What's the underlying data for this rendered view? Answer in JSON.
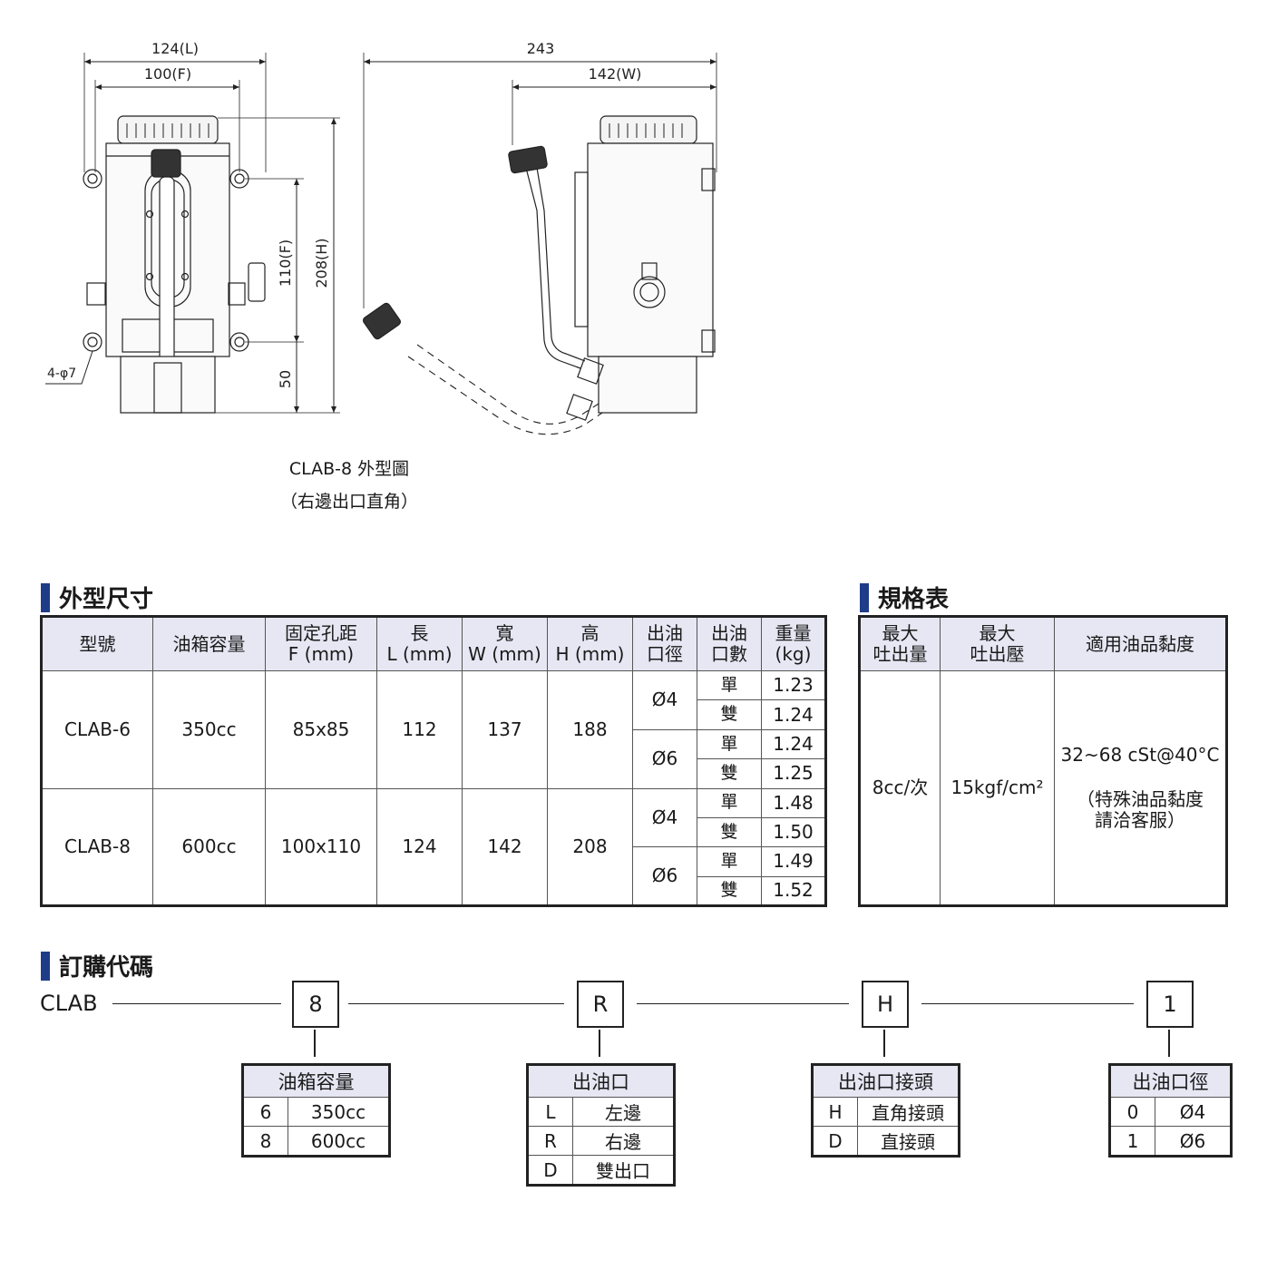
{
  "drawing": {
    "dims": {
      "front_width_total": "124(L)",
      "front_width_fix": "100(F)",
      "hole_spacing": "110(F)",
      "height_total": "208(H)",
      "base_height": "50",
      "holes": "4-φ7",
      "side_total": "243",
      "side_width": "142(W)"
    },
    "caption_line1": "CLAB-8 外型圖",
    "caption_line2": "（右邊出口直角）"
  },
  "dimensions_section": {
    "title": "外型尺寸",
    "headers": {
      "model": "型號",
      "tank": "油箱容量",
      "fix_l1": "固定孔距",
      "fix_l2": "F (mm)",
      "len_l1": "長",
      "len_l2": "L (mm)",
      "wid_l1": "寬",
      "wid_l2": "W (mm)",
      "hei_l1": "高",
      "hei_l2": "H (mm)",
      "dia_l1": "出油",
      "dia_l2": "口徑",
      "cnt_l1": "出油",
      "cnt_l2": "口數",
      "wt_l1": "重量",
      "wt_l2": "(kg)"
    },
    "models": [
      {
        "model": "CLAB-6",
        "tank": "350cc",
        "fix": "85x85",
        "L": "112",
        "W": "137",
        "H": "188",
        "outlets": [
          {
            "dia": "Ø4",
            "rows": [
              {
                "count": "單",
                "kg": "1.23"
              },
              {
                "count": "雙",
                "kg": "1.24"
              }
            ]
          },
          {
            "dia": "Ø6",
            "rows": [
              {
                "count": "單",
                "kg": "1.24"
              },
              {
                "count": "雙",
                "kg": "1.25"
              }
            ]
          }
        ]
      },
      {
        "model": "CLAB-8",
        "tank": "600cc",
        "fix": "100x110",
        "L": "124",
        "W": "142",
        "H": "208",
        "outlets": [
          {
            "dia": "Ø4",
            "rows": [
              {
                "count": "單",
                "kg": "1.48"
              },
              {
                "count": "雙",
                "kg": "1.50"
              }
            ]
          },
          {
            "dia": "Ø6",
            "rows": [
              {
                "count": "單",
                "kg": "1.49"
              },
              {
                "count": "雙",
                "kg": "1.52"
              }
            ]
          }
        ]
      }
    ]
  },
  "spec_section": {
    "title": "規格表",
    "h_output_l1": "最大",
    "h_output_l2": "吐出量",
    "h_pressure_l1": "最大",
    "h_pressure_l2": "吐出壓",
    "h_viscosity": "適用油品黏度",
    "output": "8cc/次",
    "pressure": "15kgf/cm²",
    "viscosity": "32~68 cSt@40°C",
    "note_l1": "（特殊油品黏度",
    "note_l2": "請洽客服）"
  },
  "order_section": {
    "title": "訂購代碼",
    "prefix": "CLAB",
    "codes": [
      "8",
      "R",
      "H",
      "1"
    ],
    "tables": [
      {
        "title": "油箱容量",
        "rows": [
          [
            "6",
            "350cc"
          ],
          [
            "8",
            "600cc"
          ]
        ]
      },
      {
        "title": "出油口",
        "rows": [
          [
            "L",
            "左邊"
          ],
          [
            "R",
            "右邊"
          ],
          [
            "D",
            "雙出口"
          ]
        ]
      },
      {
        "title": "出油口接頭",
        "rows": [
          [
            "H",
            "直角接頭"
          ],
          [
            "D",
            "直接頭"
          ]
        ]
      },
      {
        "title": "出油口徑",
        "rows": [
          [
            "0",
            "Ø4"
          ],
          [
            "1",
            "Ø6"
          ]
        ]
      }
    ]
  },
  "colors": {
    "accent_bar": "#1f3c88",
    "header_fill": "#e6e7f3"
  }
}
